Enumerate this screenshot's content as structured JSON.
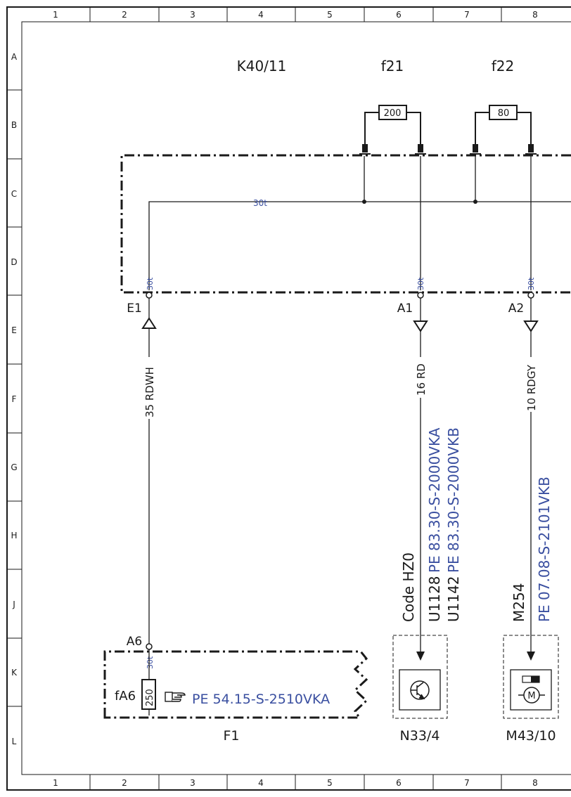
{
  "frame": {
    "columns": [
      "1",
      "2",
      "3",
      "4",
      "5",
      "6",
      "7",
      "8"
    ],
    "rows": [
      "A",
      "B",
      "C",
      "D",
      "E",
      "F",
      "G",
      "H",
      "J",
      "K",
      "L"
    ]
  },
  "components": {
    "k40": "K40/11",
    "f21": "f21",
    "f21_rating": "200",
    "f22": "f22",
    "f22_rating": "80",
    "f1": "F1",
    "fa6": "fA6",
    "fa6_rating": "250",
    "n33": "N33/4",
    "m43": "M43/10"
  },
  "nets": {
    "bus": "30t",
    "e1": "30t",
    "a1": "30t",
    "a2": "30t",
    "a6": "30t"
  },
  "pins": {
    "e1": "E1",
    "a1": "A1",
    "a2": "A2",
    "a6": "A6"
  },
  "wires": {
    "w1": "35 RDWH",
    "w2": "16 RD",
    "w3": "10 RDGY"
  },
  "annotations": {
    "code": "Code HZ0",
    "u1128": "U1128",
    "u1142": "U1142",
    "pe_vka": "PE 83.30-S-2000VKA",
    "pe_vkb": "PE 83.30-S-2000VKB",
    "m254": "M254",
    "pe_2101": "PE 07.08-S-2101VKB",
    "pe_f1": "PE 54.15-S-2510VKA"
  },
  "colors": {
    "line": "#1a1a1a",
    "reference": "#3a4fa0"
  },
  "icons": {
    "hand": "pointing-hand-icon",
    "transistor": "transistor-icon",
    "motor": "motor-icon"
  }
}
